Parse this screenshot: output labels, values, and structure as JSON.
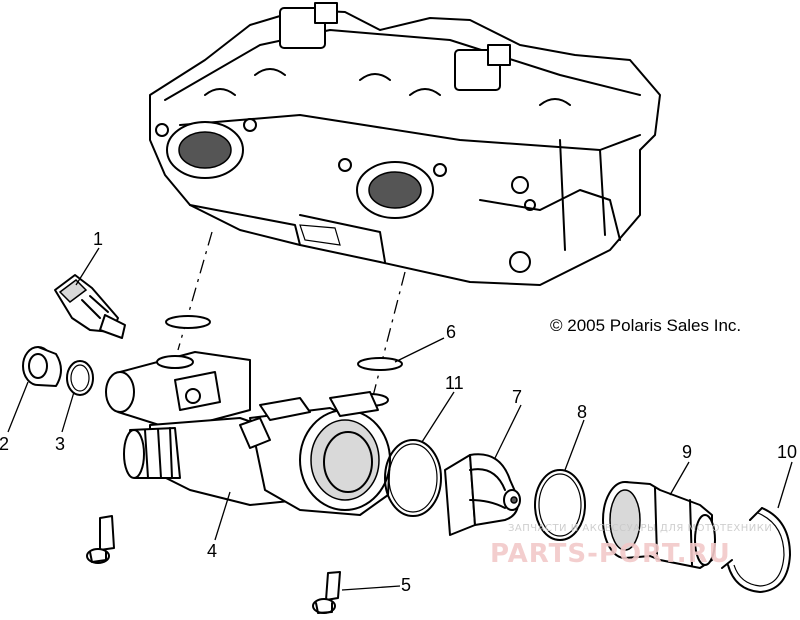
{
  "copyright": "© 2005 Polaris Sales Inc.",
  "watermark": {
    "line1": "ЗАПЧАСТИ И АКСЕССУАРЫ ДЛЯ МОТОТЕХНИКИ",
    "line2": "PARTS-PORT.RU"
  },
  "callouts": [
    {
      "id": "1",
      "label": "1"
    },
    {
      "id": "2",
      "label": "2"
    },
    {
      "id": "3",
      "label": "3"
    },
    {
      "id": "4",
      "label": "4"
    },
    {
      "id": "5",
      "label": "5"
    },
    {
      "id": "6",
      "label": "6"
    },
    {
      "id": "7",
      "label": "7"
    },
    {
      "id": "8",
      "label": "8"
    },
    {
      "id": "9",
      "label": "9"
    },
    {
      "id": "10",
      "label": "10"
    },
    {
      "id": "11",
      "label": "11"
    }
  ],
  "colors": {
    "line": "#000000",
    "background": "#ffffff",
    "watermark": "#f2c9c9"
  }
}
